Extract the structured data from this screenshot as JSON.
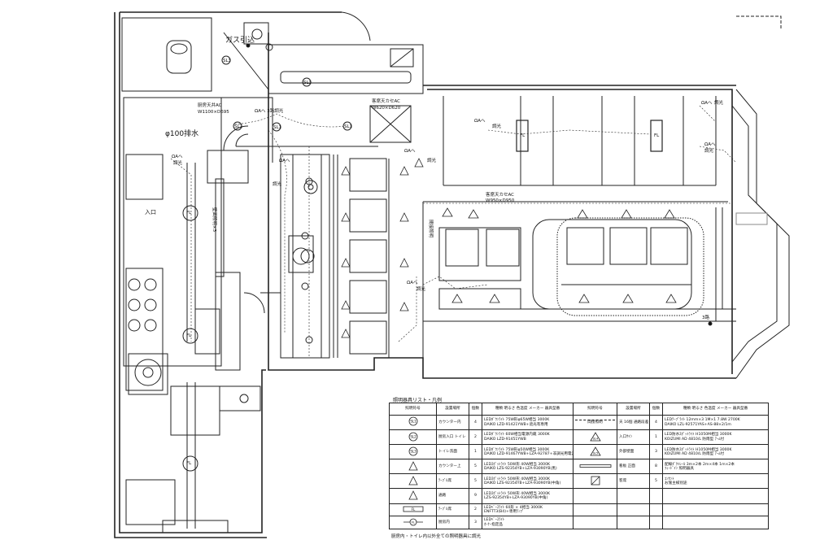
{
  "plan": {
    "labels": {
      "gas": "ガス引込",
      "kitchen_ac_title": "厨房天井AC",
      "kitchen_ac_size": "W1100×D695",
      "drain": "φ100排水",
      "entrance": "入口",
      "seat_ac1_title": "客席天カセAC",
      "seat_ac1_size": "W620×D620",
      "seat_ac2_title": "客席天カセAC",
      "seat_ac2_size": "W950×D950",
      "to_a": "ΩAへ",
      "dimming": "調光",
      "three_circuit": "3路",
      "to_a_three_circuit": "ΩAへ 3路調光",
      "counter_wall": "壁面照明×3",
      "indirect": "間接照明"
    },
    "symbols": {
      "sl1": "SL1",
      "sl2": "SL2",
      "sl3": "SL3",
      "fl": "FL"
    }
  },
  "legend": {
    "title": "照明器具リスト・凡例",
    "headers": {
      "symbol": "照明符号",
      "location": "設置場所",
      "count": "個数",
      "spec": "種類 明るさ 色温度 メーカー 器具型番"
    },
    "left_rows": [
      {
        "symbol": "SL1",
        "location": "カウンター内",
        "count": "4",
        "spec1": "LEDﾀﾞｳﾝﾗｲﾄ 75W形φ65W相当 3000K",
        "spec2": "DAIKO LZD-91421YWB+遮光有専用"
      },
      {
        "symbol": "SL2",
        "location": "厨房入口 トイレ",
        "count": "2",
        "spec1": "LEDﾀﾞｳﾝﾗｲﾄ 60W相当電源内蔵 3000K",
        "spec2": "DAIKO LZD-91451YWB"
      },
      {
        "symbol": "SL3",
        "location": "トイレ洗面",
        "count": "1",
        "spec1": "LEDﾀﾞｳﾝﾗｲﾄ 75W形φ50W相当 3000K",
        "spec2": "DAIKO LZD-91467YWB+LZA-92787+非調光用電源"
      },
      {
        "symbol": "SP",
        "location": "カウンター上",
        "count": "5",
        "spec1": "LEDｽﾎﾟｯﾄﾗｲﾄ 50W形 40W相当 3000K",
        "spec2": "DAIKO LZS-92354YB+LZA-93090YB(黒)"
      },
      {
        "symbol": "SP2",
        "location": "ﾃｰﾌﾞﾙ席",
        "count": "5",
        "spec1": "LEDｽﾎﾟｯﾄﾗｲﾄ 50W形 40W相当 3000K",
        "spec2": "DAIKO LZS-92354YB+LZA-93090YB(中角)"
      },
      {
        "symbol": "SP3",
        "location": "通路",
        "count": "9",
        "spec1": "LEDｽﾎﾟｯﾄﾗｲﾄ 50W形 40W相当 3000K",
        "spec2": "LZS-92354YB+LZA-93090YB(中角)"
      },
      {
        "symbol": "FL-bar",
        "location": "ﾃｰﾌﾞﾙ席",
        "count": "2",
        "spec1": "LEDﾍﾞｰｽﾗｲﾄ 60形 × 4相当 3000K",
        "spec2": "ENFTT3(B4)+専用ﾗﾝﾌﾟ"
      },
      {
        "symbol": "FL",
        "location": "厨房内",
        "count": "3",
        "spec1": "LEDﾍﾞｰｽﾗｲﾄ",
        "spec2": "ｵｰﾅｰ指定品"
      }
    ],
    "right_rows": [
      {
        "symbol": "間接照明",
        "location": "天 16個 通路段差",
        "count": "4",
        "spec1": "LEDﾃｰﾌﾟﾗｲﾄ 12mm×3 1M×1 7.8W 2700K",
        "spec2": "DAIKO LZL-92571YAS+AS-88×2/1m"
      },
      {
        "symbol": "SL4",
        "location": "入口ｻｲﾝ",
        "count": "1",
        "spec1": "LED防水ｽﾎﾟｯﾄﾗｲﾄ H1050M相当 3000K",
        "spec2": "KOIZUMI AD 4810/L 防雨型 ｱｰﾑ付"
      },
      {
        "symbol": "SL5",
        "location": "外部壁面",
        "count": "3",
        "spec1": "LED防水ｽﾎﾟｯﾄﾗｲﾄ H1050M相当 3000K",
        "spec2": "KOIZUMI AD 4810/L 防雨型 ｱｰﾑ付"
      },
      {
        "symbol": "line",
        "location": "看板 正面",
        "count": "8",
        "spec1": "配線ﾀﾞｸﾄﾚｰﾙ 3m×2本 2m×4本 1m×2本",
        "spec2": "ﾌｨｰﾄﾞｲﾝ 照明器具"
      },
      {
        "symbol": "box",
        "location": "客席",
        "count": "5",
        "spec1": "ｺﾝｾﾝﾄ",
        "spec2": "お施主様別途"
      },
      {
        "symbol": "",
        "location": "",
        "count": "",
        "spec1": "",
        "spec2": ""
      },
      {
        "symbol": "",
        "location": "",
        "count": "",
        "spec1": "",
        "spec2": ""
      },
      {
        "symbol": "",
        "location": "",
        "count": "",
        "spec1": "",
        "spec2": ""
      }
    ],
    "note": "厨房内・トイレ内以外全ての照明器具に調光"
  }
}
